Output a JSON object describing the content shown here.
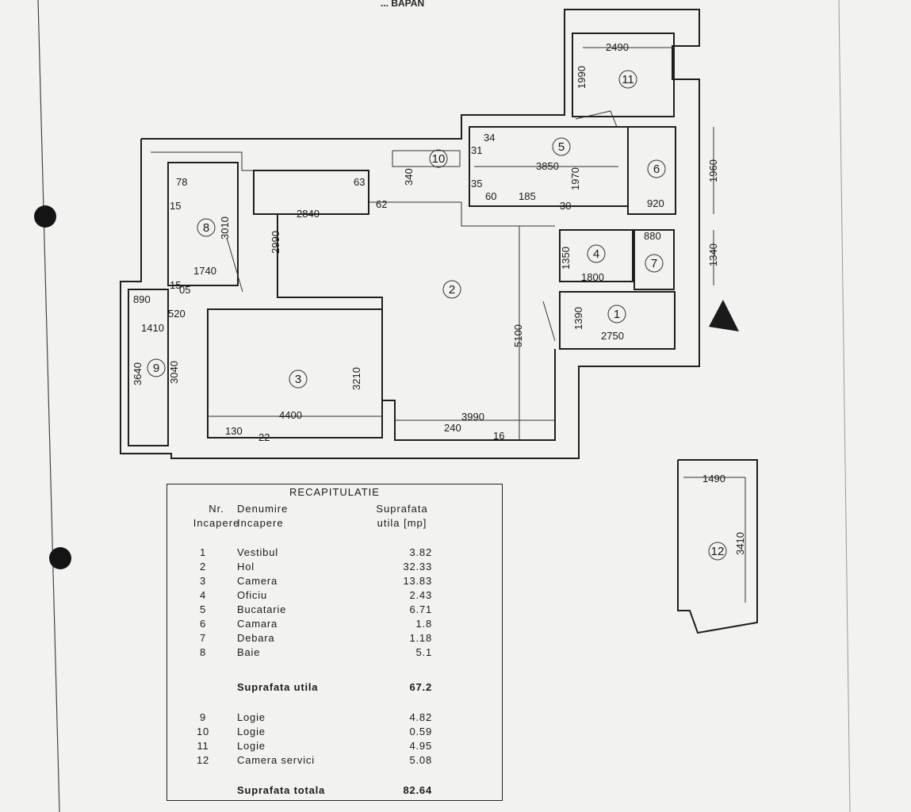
{
  "stamp_text": "... BAPAN",
  "rooms": [
    {
      "id": "room-1",
      "label": "1"
    },
    {
      "id": "room-2",
      "label": "2"
    },
    {
      "id": "room-3",
      "label": "3"
    },
    {
      "id": "room-4",
      "label": "4"
    },
    {
      "id": "room-5",
      "label": "5"
    },
    {
      "id": "room-6",
      "label": "6"
    },
    {
      "id": "room-7",
      "label": "7"
    },
    {
      "id": "room-8",
      "label": "8"
    },
    {
      "id": "room-9",
      "label": "9"
    },
    {
      "id": "room-10",
      "label": "10"
    },
    {
      "id": "room-11",
      "label": "11"
    },
    {
      "id": "room-12",
      "label": "12"
    }
  ],
  "dimensions": [
    "2490",
    "1990",
    "3850",
    "1970",
    "1960",
    "920",
    "880",
    "1340",
    "1350",
    "1800",
    "1390",
    "2750",
    "5100",
    "2840",
    "2990",
    "3010",
    "1740",
    "4400",
    "3210",
    "3990",
    "240",
    "16",
    "130",
    "22",
    "890",
    "520",
    "1410",
    "3640",
    "3040",
    "1490",
    "3410",
    "78",
    "15",
    "15",
    "05",
    "63",
    "62",
    "34",
    "31",
    "35",
    "60",
    "185",
    "30",
    "340"
  ],
  "recap": {
    "title": "RECAPITULATIE",
    "headers": {
      "nr_line1": "Nr.",
      "nr_line2": "Incapere",
      "name_line1": "Denumire",
      "name_line2": "Incapere",
      "area_line1": "Suprafata",
      "area_line2": "utila [mp]"
    },
    "rows": [
      {
        "nr": "1",
        "name": "Vestibul",
        "area": "3.82"
      },
      {
        "nr": "2",
        "name": "Hol",
        "area": "32.33"
      },
      {
        "nr": "3",
        "name": "Camera",
        "area": "13.83"
      },
      {
        "nr": "4",
        "name": "Oficiu",
        "area": "2.43"
      },
      {
        "nr": "5",
        "name": "Bucatarie",
        "area": "6.71"
      },
      {
        "nr": "6",
        "name": "Camara",
        "area": "1.8"
      },
      {
        "nr": "7",
        "name": "Debara",
        "area": "1.18"
      },
      {
        "nr": "8",
        "name": "Baie",
        "area": "5.1"
      }
    ],
    "subtotal": {
      "label": "Suprafata utila",
      "area": "67.2"
    },
    "rows2": [
      {
        "nr": "9",
        "name": "Logie",
        "area": "4.82"
      },
      {
        "nr": "10",
        "name": "Logie",
        "area": "0.59"
      },
      {
        "nr": "11",
        "name": "Logie",
        "area": "4.95"
      },
      {
        "nr": "12",
        "name": "Camera servici",
        "area": "5.08"
      }
    ],
    "total": {
      "label": "Suprafata totala",
      "area": "82.64"
    }
  }
}
